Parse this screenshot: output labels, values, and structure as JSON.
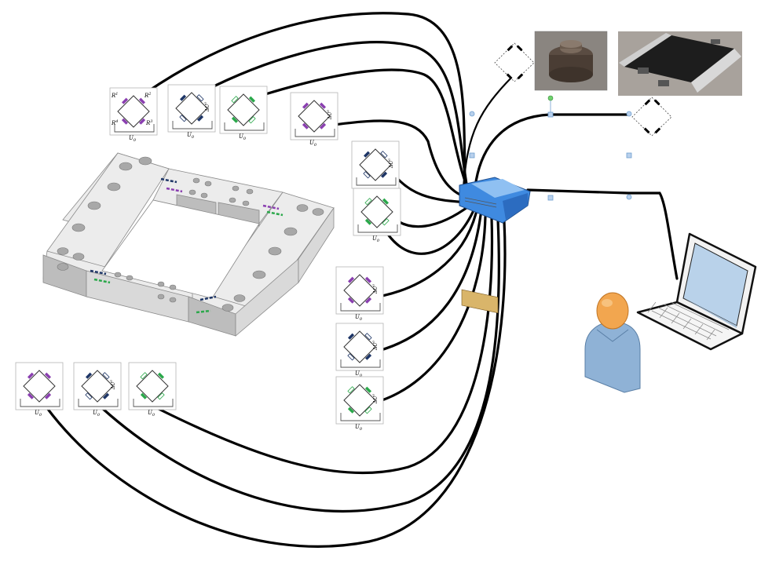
{
  "diagram": {
    "colors": {
      "purple": "#8a3fb0",
      "navy": "#1d3566",
      "green": "#2aa84a",
      "cable": "#000000",
      "amplifier_blue": "#3f8ae0",
      "handle_blue": "#6f9fcf"
    },
    "bridge_labels": {
      "resistor_a": "R",
      "sup_1": "1",
      "sup_2": "2",
      "sup_3": "3",
      "sup_4": "4",
      "sub": "g",
      "output": "ΔU",
      "output_sup": "0",
      "output_sub": "g",
      "supply": "U",
      "supply_sub": "0"
    },
    "icons": {
      "amplifier": "measuring-amplifier-icon",
      "load_cell": "load-cell-photo",
      "weighing_mat": "weighing-mat-photo",
      "user": "user-icon",
      "laptop": "laptop-icon",
      "frame": "strain-gauge-frame"
    }
  }
}
